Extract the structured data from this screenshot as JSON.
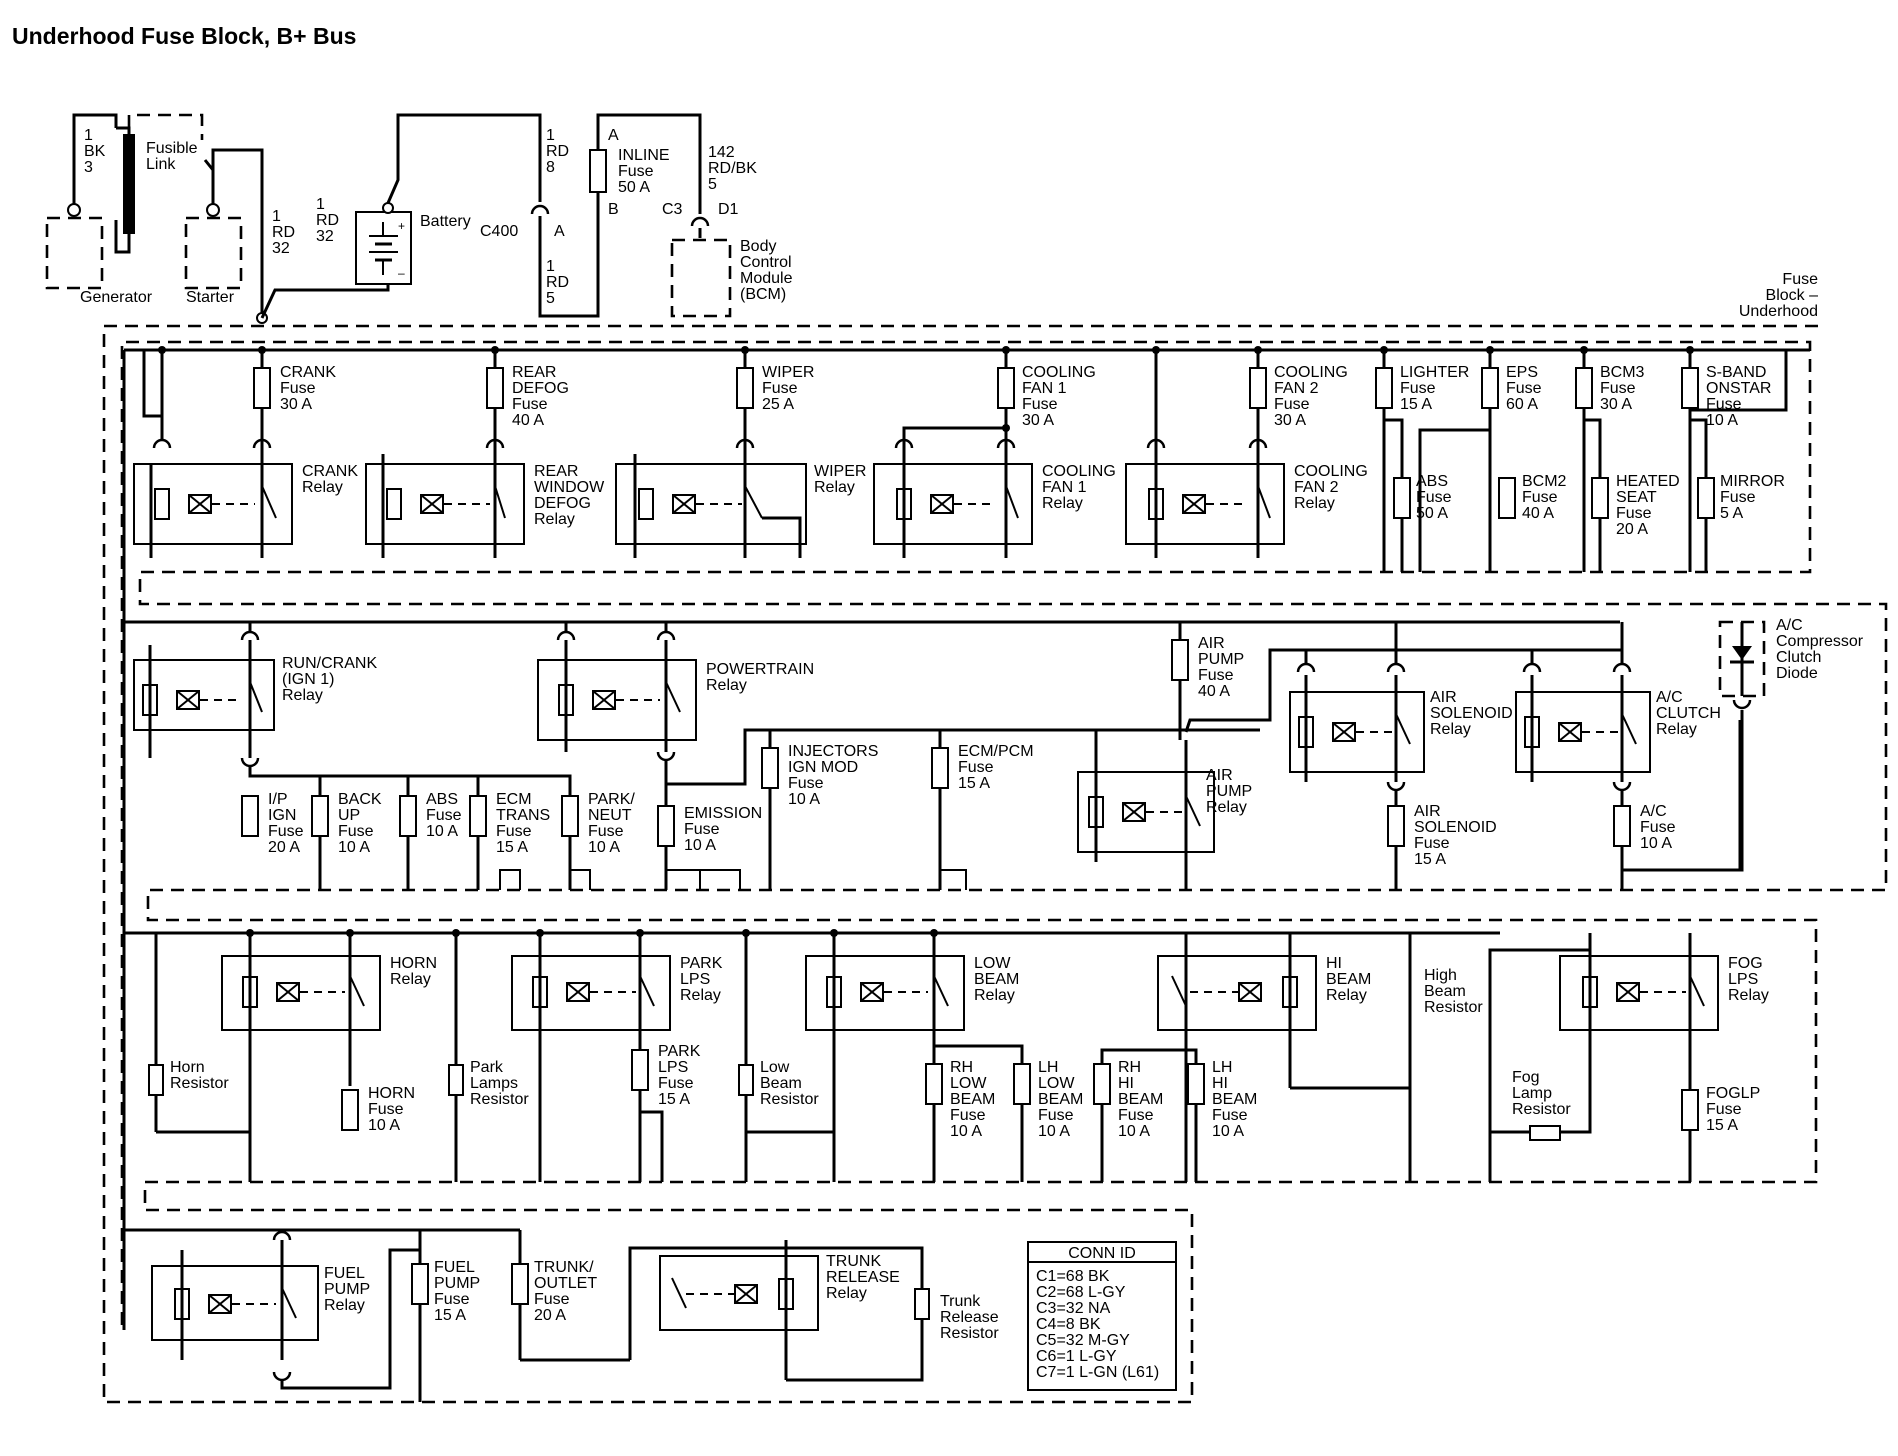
{
  "title": "Underhood Fuse Block, B+ Bus",
  "fuse_block_label": [
    "Fuse",
    "Block –",
    "Underhood"
  ],
  "source": {
    "generator": "Generator",
    "fusible_link": [
      "Fusible",
      "Link"
    ],
    "starter": "Starter",
    "battery": "Battery",
    "wire_gen": [
      "1",
      "BK",
      "3"
    ],
    "wire_starter": [
      "1",
      "RD",
      "32"
    ],
    "wire_batt": [
      "1",
      "RD",
      "32"
    ],
    "wire_c400_top": [
      "1",
      "RD",
      "8"
    ],
    "wire_c400_bot": [
      "1",
      "RD",
      "5"
    ],
    "c400": "C400",
    "c400_pin": "A",
    "inline_pin_a": "A",
    "inline_pin_b": "B",
    "inline_fuse": [
      "INLINE",
      "Fuse",
      "50 A"
    ],
    "wire_bcm": [
      "142",
      "RD/BK",
      "5"
    ],
    "bcm_c3": "C3",
    "bcm_d1": "D1",
    "bcm": [
      "Body",
      "Control",
      "Module",
      "(BCM)"
    ],
    "batt_plus": "+",
    "batt_minus": "–"
  },
  "row1": {
    "fuses": [
      [
        "CRANK",
        "Fuse",
        "30 A"
      ],
      [
        "REAR",
        "DEFOG",
        "Fuse",
        "40 A"
      ],
      [
        "WIPER",
        "Fuse",
        "25 A"
      ],
      [
        "COOLING",
        "FAN 1",
        "Fuse",
        "30 A"
      ],
      [
        "COOLING",
        "FAN 2",
        "Fuse",
        "30 A"
      ],
      [
        "LIGHTER",
        "Fuse",
        "15 A"
      ],
      [
        "EPS",
        "Fuse",
        "60 A"
      ],
      [
        "BCM3",
        "Fuse",
        "30 A"
      ],
      [
        "S-BAND",
        "ONSTAR",
        "Fuse",
        "10 A"
      ]
    ],
    "relays": [
      [
        "CRANK",
        "Relay"
      ],
      [
        "REAR",
        "WINDOW",
        "DEFOG",
        "Relay"
      ],
      [
        "WIPER",
        "Relay"
      ],
      [
        "COOLING",
        "FAN 1",
        "Relay"
      ],
      [
        "COOLING",
        "FAN 2",
        "Relay"
      ]
    ],
    "lower_fuses": [
      [
        "ABS",
        "Fuse",
        "50 A"
      ],
      [
        "BCM2",
        "Fuse",
        "40 A"
      ],
      [
        "HEATED",
        "SEAT",
        "Fuse",
        "20 A"
      ],
      [
        "MIRROR",
        "Fuse",
        "5 A"
      ]
    ]
  },
  "row2": {
    "relays": [
      [
        "RUN/CRANK",
        "(IGN 1)",
        "Relay"
      ],
      [
        "POWERTRAIN",
        "Relay"
      ],
      [
        "AIR",
        "PUMP",
        "Relay"
      ],
      [
        "AIR",
        "SOLENOID",
        "Relay"
      ],
      [
        "A/C",
        "CLUTCH",
        "Relay"
      ]
    ],
    "fuses": [
      [
        "I/P",
        "IGN",
        "Fuse",
        "20 A"
      ],
      [
        "BACK",
        "UP",
        "Fuse",
        "10 A"
      ],
      [
        "ABS",
        "Fuse",
        "10 A"
      ],
      [
        "ECM",
        "TRANS",
        "Fuse",
        "15 A"
      ],
      [
        "PARK/",
        "NEUT",
        "Fuse",
        "10 A"
      ],
      [
        "EMISSION",
        "Fuse",
        "10 A"
      ],
      [
        "INJECTORS",
        "IGN MOD",
        "Fuse",
        "10 A"
      ],
      [
        "ECM/PCM",
        "Fuse",
        "15 A"
      ],
      [
        "AIR",
        "PUMP",
        "Fuse",
        "40 A"
      ],
      [
        "AIR",
        "SOLENOID",
        "Fuse",
        "15 A"
      ],
      [
        "A/C",
        "Fuse",
        "10 A"
      ]
    ],
    "diode": [
      "A/C",
      "Compressor",
      "Clutch",
      "Diode"
    ]
  },
  "row3": {
    "relays": [
      [
        "HORN",
        "Relay"
      ],
      [
        "PARK",
        "LPS",
        "Relay"
      ],
      [
        "LOW",
        "BEAM",
        "Relay"
      ],
      [
        "HI",
        "BEAM",
        "Relay"
      ],
      [
        "FOG",
        "LPS",
        "Relay"
      ]
    ],
    "fuses": [
      [
        "HORN",
        "Fuse",
        "10 A"
      ],
      [
        "PARK",
        "LPS",
        "Fuse",
        "15 A"
      ],
      [
        "RH",
        "LOW",
        "BEAM",
        "Fuse",
        "10 A"
      ],
      [
        "LH",
        "LOW",
        "BEAM",
        "Fuse",
        "10 A"
      ],
      [
        "RH",
        "HI",
        "BEAM",
        "Fuse",
        "10 A"
      ],
      [
        "LH",
        "HI",
        "BEAM",
        "Fuse",
        "10 A"
      ],
      [
        "FOGLP",
        "Fuse",
        "15 A"
      ]
    ],
    "resistors": [
      [
        "Horn",
        "Resistor"
      ],
      [
        "Park",
        "Lamps",
        "Resistor"
      ],
      [
        "Low",
        "Beam",
        "Resistor"
      ],
      [
        "High",
        "Beam",
        "Resistor"
      ],
      [
        "Fog",
        "Lamp",
        "Resistor"
      ]
    ]
  },
  "row4": {
    "relays": [
      [
        "FUEL",
        "PUMP",
        "Relay"
      ],
      [
        "TRUNK",
        "RELEASE",
        "Relay"
      ]
    ],
    "fuses": [
      [
        "FUEL",
        "PUMP",
        "Fuse",
        "15 A"
      ],
      [
        "TRUNK/",
        "OUTLET",
        "Fuse",
        "20 A"
      ]
    ],
    "resistor": [
      "Trunk",
      "Release",
      "Resistor"
    ]
  },
  "conn_table": {
    "header": "CONN ID",
    "rows": [
      "C1=68 BK",
      "C2=68 L-GY",
      "C3=32 NA",
      "C4=8 BK",
      "C5=32 M-GY",
      "C6=1 L-GY",
      "C7=1 L-GN (L61)"
    ]
  }
}
